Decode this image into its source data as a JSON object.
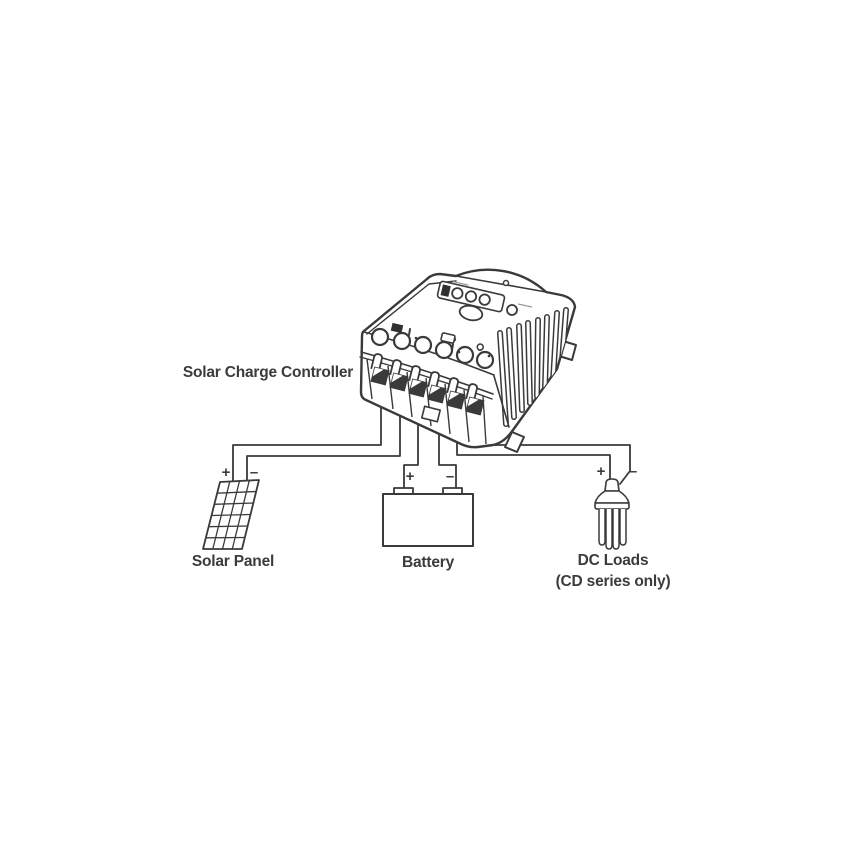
{
  "colors": {
    "background": "#ffffff",
    "line": "#3a3a3a",
    "text": "#3b3b3b"
  },
  "labels": {
    "controller": "Solar Charge Controller",
    "solar_panel": "Solar Panel",
    "battery": "Battery",
    "dc_loads": "DC Loads",
    "dc_loads_note": "(CD series only)"
  },
  "polarity": {
    "plus": "+",
    "minus": "–"
  },
  "controller": {
    "terminal_count": 6,
    "indicator_leds": 3,
    "terminal_markings": [
      "solar-panel-icon",
      "plus",
      "minus",
      "battery-icon",
      "plus",
      "minus",
      "lamp-icon"
    ]
  },
  "connections": [
    {
      "terminal": 1,
      "connects_to": "Solar Panel",
      "polarity": "+"
    },
    {
      "terminal": 2,
      "connects_to": "Solar Panel",
      "polarity": "–"
    },
    {
      "terminal": 3,
      "connects_to": "Battery",
      "polarity": "+"
    },
    {
      "terminal": 4,
      "connects_to": "Battery",
      "polarity": "–"
    },
    {
      "terminal": 5,
      "connects_to": "DC Loads",
      "polarity": "+"
    },
    {
      "terminal": 6,
      "connects_to": "DC Loads",
      "polarity": "–"
    }
  ]
}
